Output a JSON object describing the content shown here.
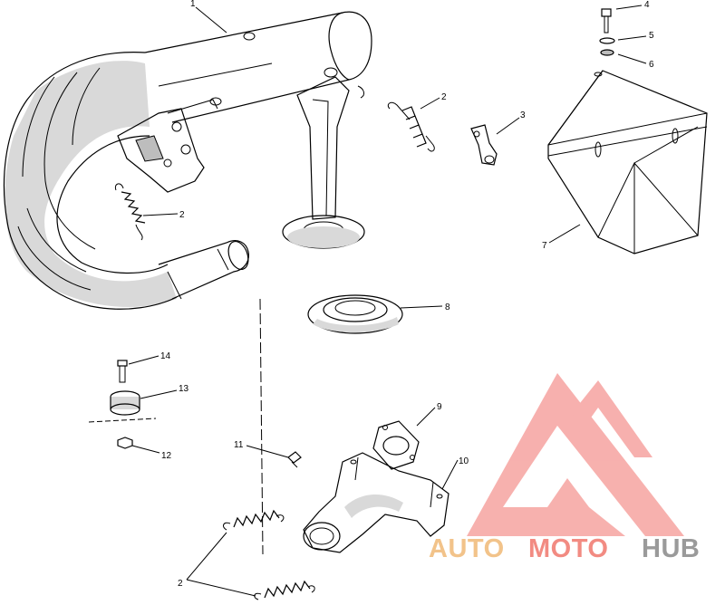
{
  "callouts": [
    {
      "id": "c1",
      "text": "1"
    },
    {
      "id": "c2a",
      "text": "2"
    },
    {
      "id": "c2b",
      "text": "2"
    },
    {
      "id": "c2c",
      "text": "2"
    },
    {
      "id": "c3",
      "text": "3"
    },
    {
      "id": "c4",
      "text": "4"
    },
    {
      "id": "c5",
      "text": "5"
    },
    {
      "id": "c6",
      "text": "6"
    },
    {
      "id": "c7",
      "text": "7"
    },
    {
      "id": "c8",
      "text": "8"
    },
    {
      "id": "c9",
      "text": "9"
    },
    {
      "id": "c10",
      "text": "10"
    },
    {
      "id": "c11",
      "text": "11"
    },
    {
      "id": "c12",
      "text": "12"
    },
    {
      "id": "c13",
      "text": "13"
    },
    {
      "id": "c14",
      "text": "14"
    }
  ],
  "watermark": {
    "part1": "AUTO",
    "part2": "MOTO",
    "part3": "HUB",
    "colors": {
      "auto": "#f2c38a",
      "moto": "#f28b82",
      "hub": "#9a9a9a",
      "logo": "#f6a3a0"
    }
  }
}
